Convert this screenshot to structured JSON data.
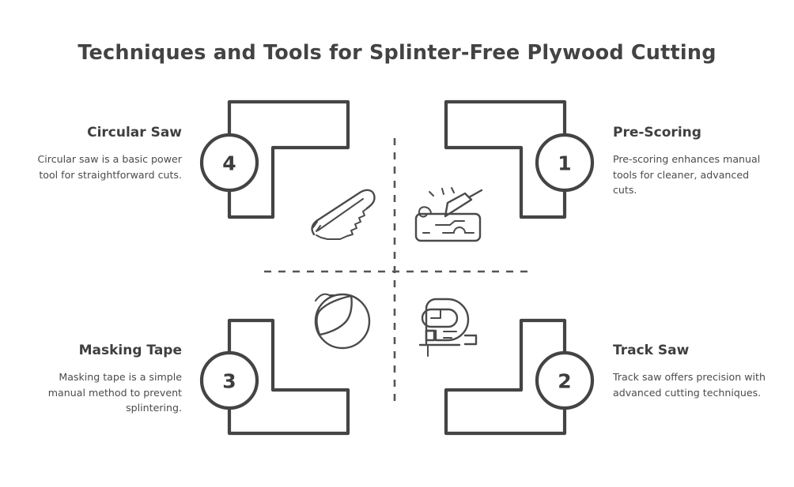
{
  "header": {
    "title": "Techniques and Tools for Splinter-Free Plywood Cutting"
  },
  "theme": {
    "background": "#ffffff",
    "stroke": "#444444",
    "text": "#434343",
    "body_text": "#4b4b4b",
    "divider": "#555555"
  },
  "divider": {
    "name": "dashed-crosshair-divider",
    "horizontal_label": "horizontal dashed divider",
    "vertical_label": "vertical dashed divider"
  },
  "quadrants": [
    {
      "id": "circular-saw",
      "number": "4",
      "heading": "Circular Saw",
      "body": "Circular saw is a basic power tool for straightforward cuts.",
      "position": "top-left",
      "align": "right",
      "icon": "hand-saw-icon"
    },
    {
      "id": "pre-scoring",
      "number": "1",
      "heading": "Pre-Scoring",
      "body": "Pre-scoring enhances manual tools for cleaner, advanced cuts.",
      "position": "top-right",
      "align": "left",
      "icon": "scoring-knife-on-wood-icon"
    },
    {
      "id": "masking-tape",
      "number": "3",
      "heading": "Masking Tape",
      "body": "Masking tape is a simple manual method to prevent splintering.",
      "position": "bottom-left",
      "align": "right",
      "icon": "tape-roll-icon"
    },
    {
      "id": "track-saw",
      "number": "2",
      "heading": "Track Saw",
      "body": "Track saw offers precision with advanced cutting techniques.",
      "position": "bottom-right",
      "align": "left",
      "icon": "jigsaw-icon"
    }
  ]
}
